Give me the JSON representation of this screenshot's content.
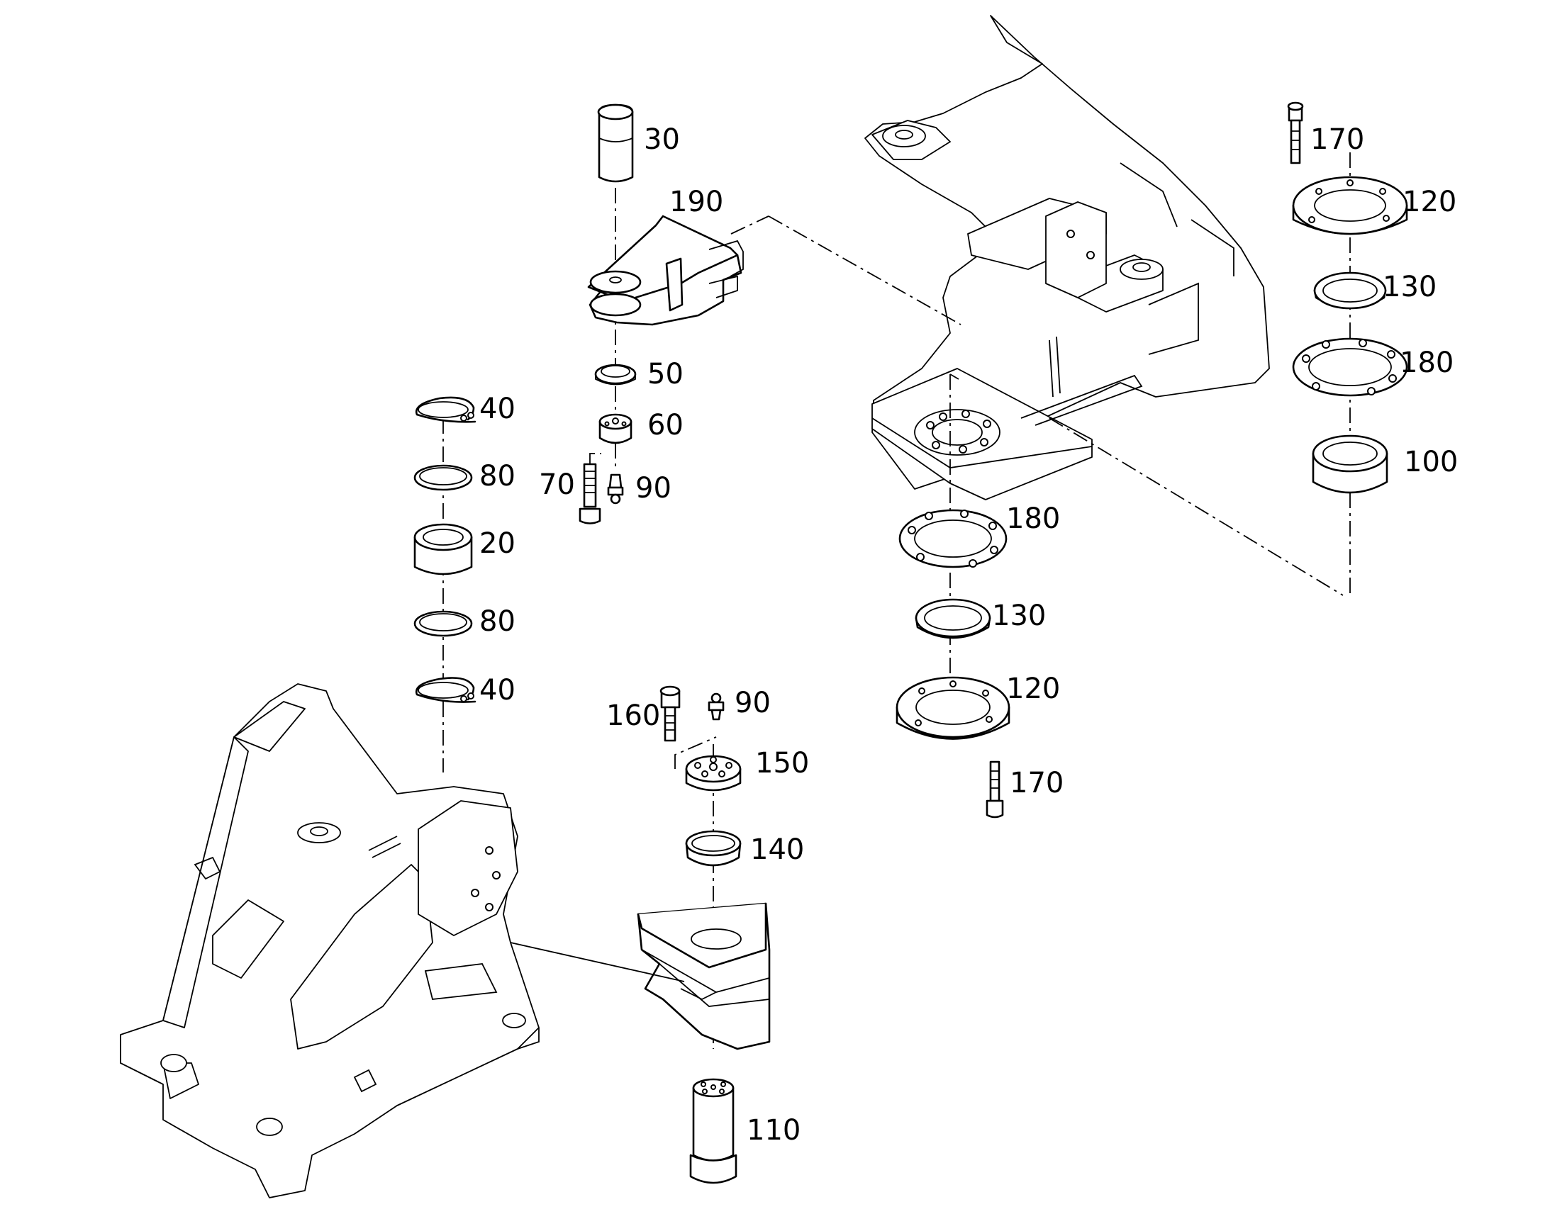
{
  "diagram": {
    "callouts": {
      "c30": "30",
      "c190": "190",
      "c50": "50",
      "c60": "60",
      "c70": "70",
      "c90a": "90",
      "c40a": "40",
      "c80a": "80",
      "c20": "20",
      "c80b": "80",
      "c40b": "40",
      "c160": "160",
      "c90b": "90",
      "c150": "150",
      "c140": "140",
      "c110": "110",
      "c170a": "170",
      "c120a": "120",
      "c130a": "130",
      "c180a": "180",
      "c100": "100",
      "c180b": "180",
      "c130b": "130",
      "c120b": "120",
      "c170b": "170"
    }
  }
}
